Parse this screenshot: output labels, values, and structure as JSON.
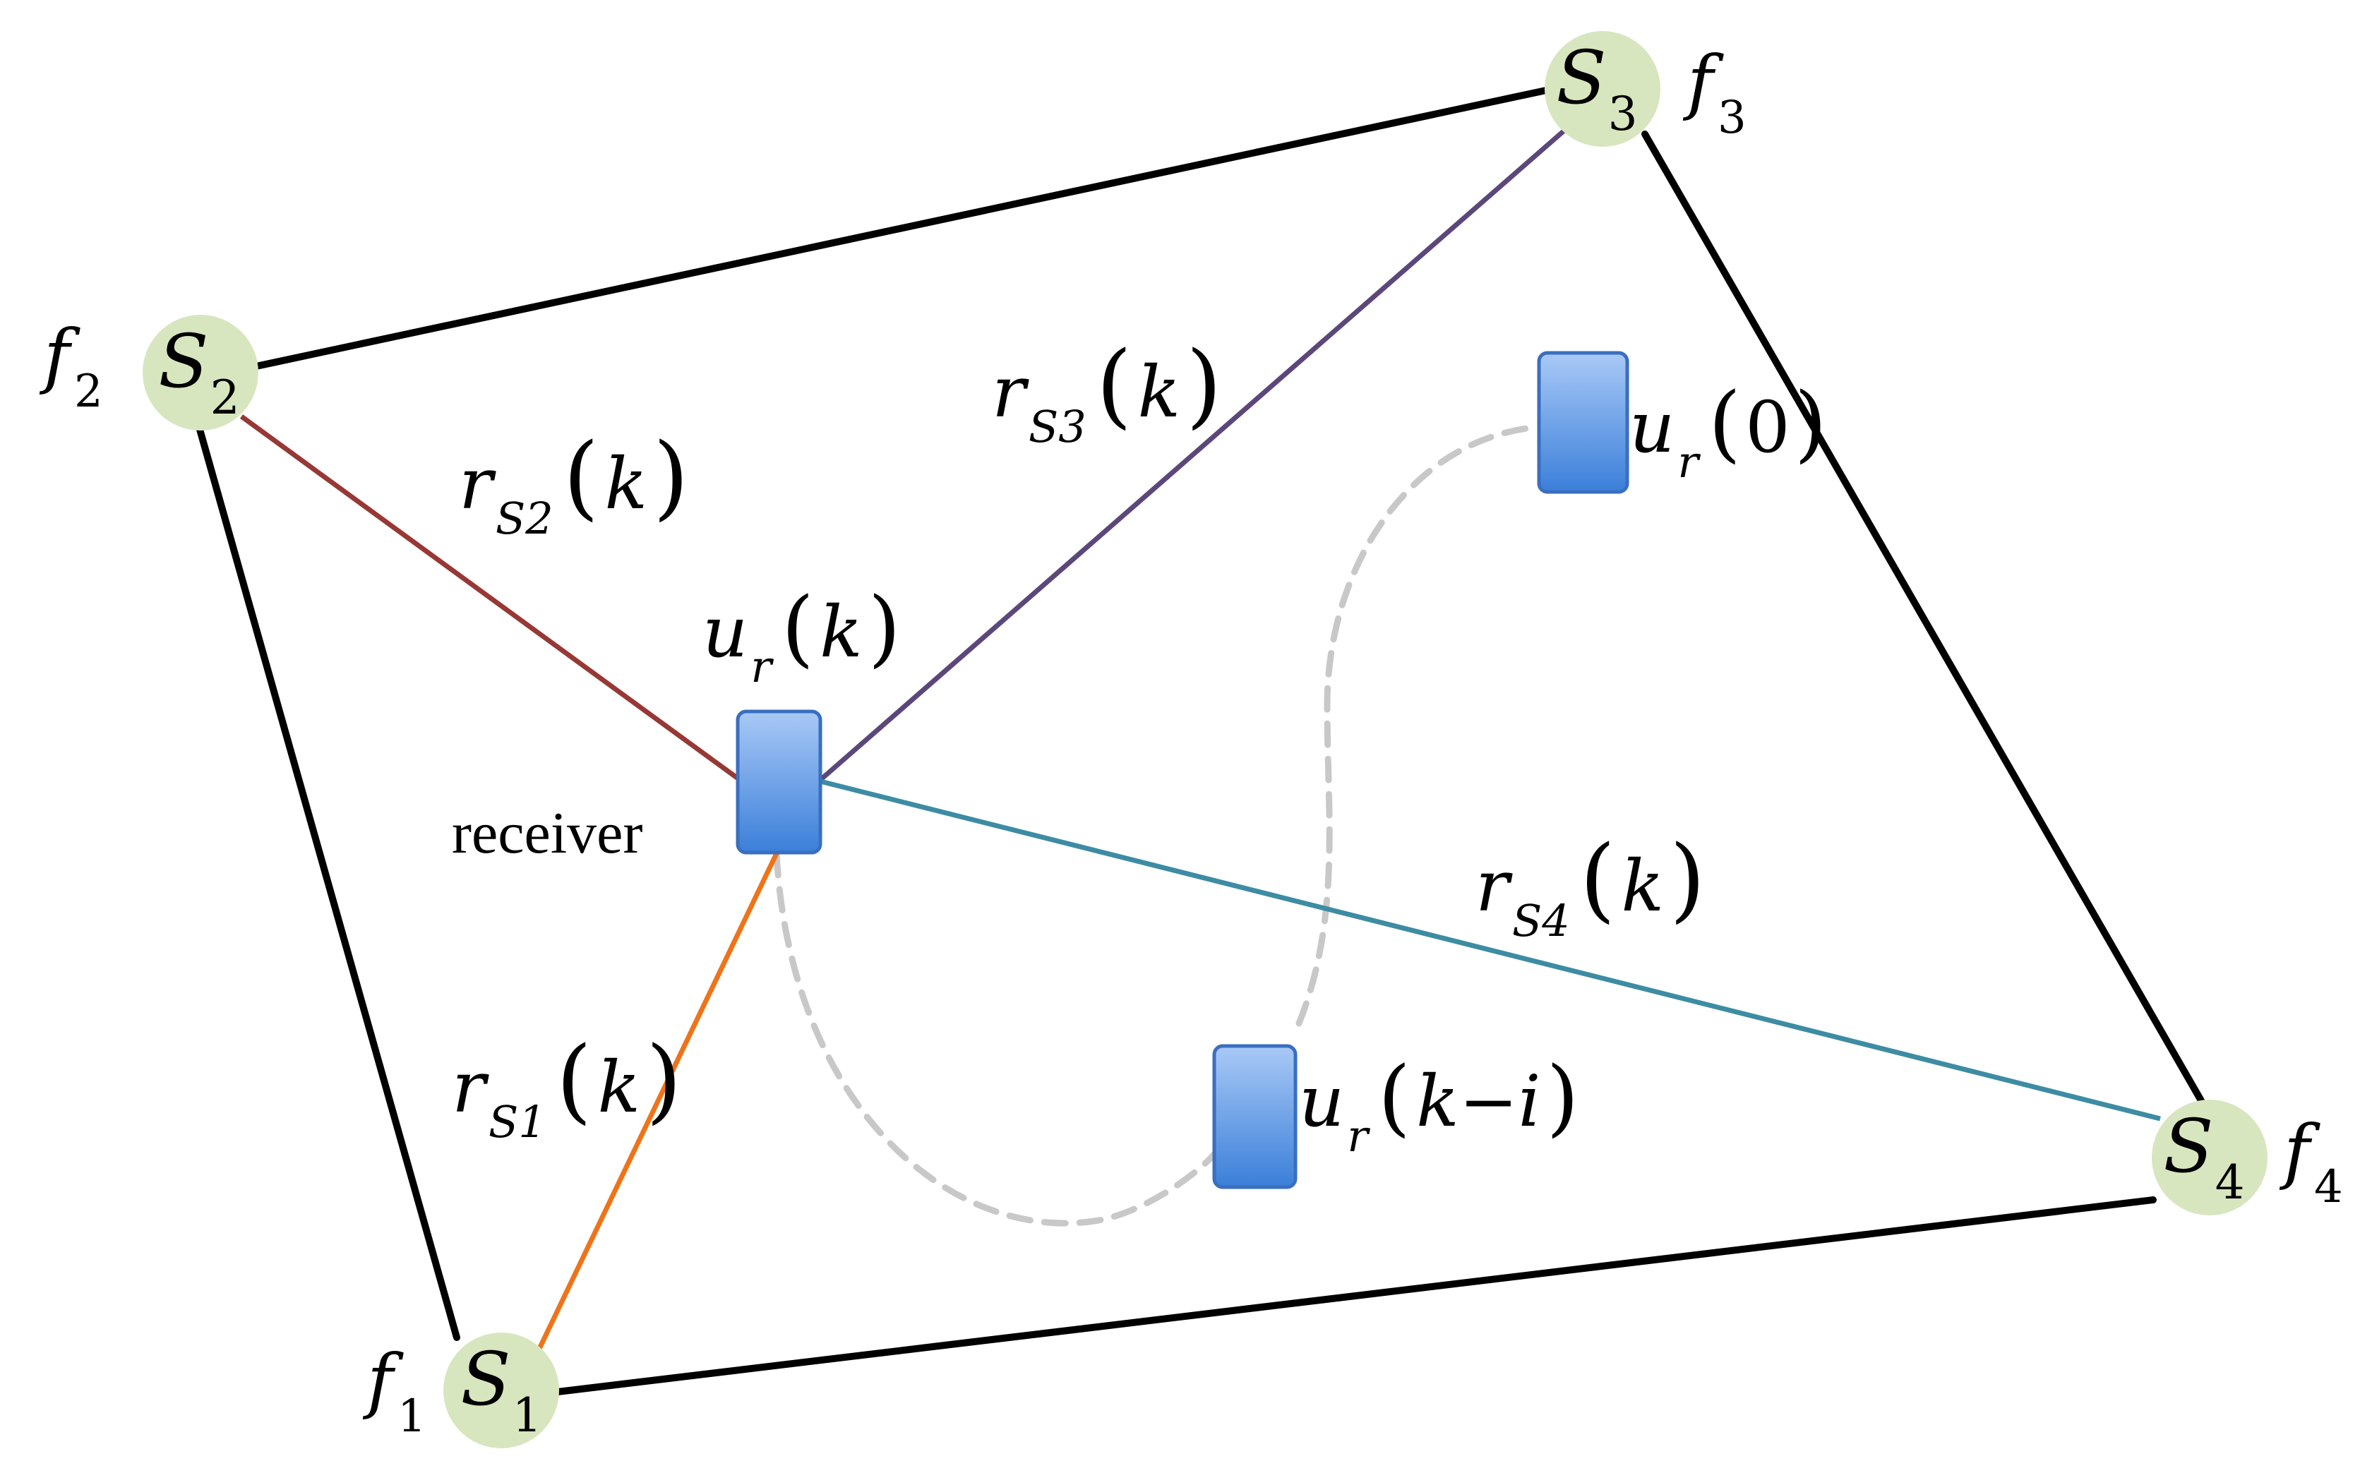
{
  "colors": {
    "background": "#ffffff",
    "boundary": "#000000",
    "node_fill": "#d8e6bf",
    "receiver_top": "#a9c9f6",
    "receiver_bottom": "#3b7fd9",
    "receiver_stroke": "#3a6fbf",
    "link_s1": "#f07318",
    "link_s2": "#973835",
    "link_s3": "#5b477a",
    "link_s4": "#3d8ca3",
    "trajectory": "#c8c8c8"
  },
  "nodes": [
    {
      "id": "S1",
      "main": "S",
      "sub": "1",
      "freq_main": "f",
      "freq_sub": "1"
    },
    {
      "id": "S2",
      "main": "S",
      "sub": "2",
      "freq_main": "f",
      "freq_sub": "2"
    },
    {
      "id": "S3",
      "main": "S",
      "sub": "3",
      "freq_main": "f",
      "freq_sub": "3"
    },
    {
      "id": "S4",
      "main": "S",
      "sub": "4",
      "freq_main": "f",
      "freq_sub": "4"
    }
  ],
  "links": [
    {
      "id": "S1",
      "main": "r",
      "sub": "S1",
      "lparen": "(",
      "arg": "k",
      "rparen": ")"
    },
    {
      "id": "S2",
      "main": "r",
      "sub": "S2",
      "lparen": "(",
      "arg": "k",
      "rparen": ")"
    },
    {
      "id": "S3",
      "main": "r",
      "sub": "S3",
      "lparen": "(",
      "arg": "k",
      "rparen": ")"
    },
    {
      "id": "S4",
      "main": "r",
      "sub": "S4",
      "lparen": "(",
      "arg": "k",
      "rparen": ")"
    }
  ],
  "receivers": [
    {
      "id": "current",
      "main": "u",
      "sub": "r",
      "lparen": "(",
      "arg": "k",
      "rparen": ")"
    },
    {
      "id": "initial",
      "main": "u",
      "sub": "r",
      "lparen": "(",
      "arg": "0",
      "rparen": ")"
    },
    {
      "id": "past",
      "main": "u",
      "sub": "r",
      "lparen": "(",
      "arg": "k−i",
      "rparen": ")"
    }
  ],
  "receiver_label": "receiver"
}
